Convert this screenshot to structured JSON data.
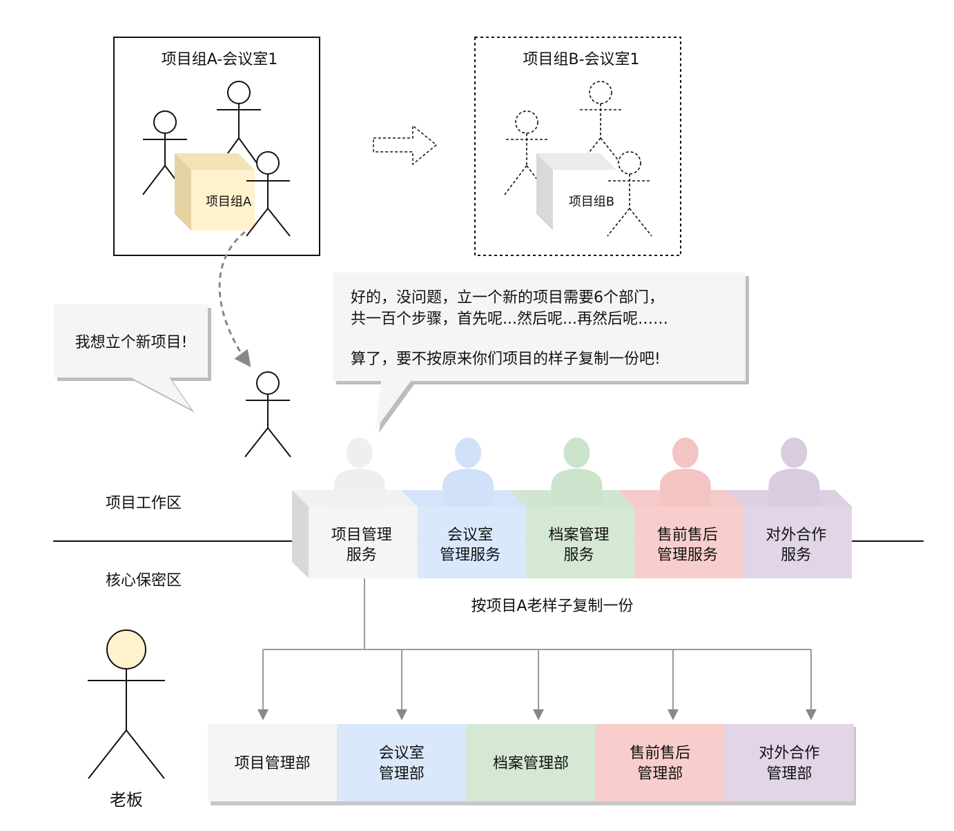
{
  "room_a": {
    "title": "项目组A-会议室1",
    "cube_label": "项目组A"
  },
  "room_b": {
    "title": "项目组B-会议室1",
    "cube_label": "项目组B"
  },
  "bubble_left": {
    "text": "我想立个新项目!"
  },
  "bubble_right": {
    "line1": "好的，没问题，立一个新的项目需要6个部门，",
    "line2": "共一百个步骤，首先呢...然后呢...再然后呢……",
    "line3": "算了，要不按原来你们项目的样子复制一份吧!"
  },
  "zones": {
    "work": "项目工作区",
    "secure": "核心保密区"
  },
  "services": [
    {
      "line1": "项目管理",
      "line2": "服务",
      "color": "#f5f5f5",
      "head": "#efefef"
    },
    {
      "line1": "会议室",
      "line2": "管理服务",
      "color": "#dae8fc",
      "head": "#d0e1f9"
    },
    {
      "line1": "档案管理",
      "line2": "服务",
      "color": "#d5e8d4",
      "head": "#cce3cb"
    },
    {
      "line1": "售前售后",
      "line2": "管理服务",
      "color": "#f8cecc",
      "head": "#f4c4c2"
    },
    {
      "line1": "对外合作",
      "line2": "服务",
      "color": "#e1d5e7",
      "head": "#d9cbe0"
    }
  ],
  "copy_label": "按项目A老样子复制一份",
  "departments": [
    {
      "line1": "项目管理部",
      "line2": "",
      "color": "#f5f5f5"
    },
    {
      "line1": "会议室",
      "line2": "管理部",
      "color": "#dae8fc"
    },
    {
      "line1": "档案管理部",
      "line2": "",
      "color": "#d5e8d4"
    },
    {
      "line1": "售前售后",
      "line2": "管理部",
      "color": "#f8cecc"
    },
    {
      "line1": "对外合作",
      "line2": "管理部",
      "color": "#e1d5e7"
    }
  ],
  "boss": {
    "label": "老板",
    "head_color": "#fff2cc"
  },
  "colors": {
    "cube_a": "#fff2cc",
    "cube_b": "#f5f5f5",
    "bubble": "#f5f5f5"
  }
}
